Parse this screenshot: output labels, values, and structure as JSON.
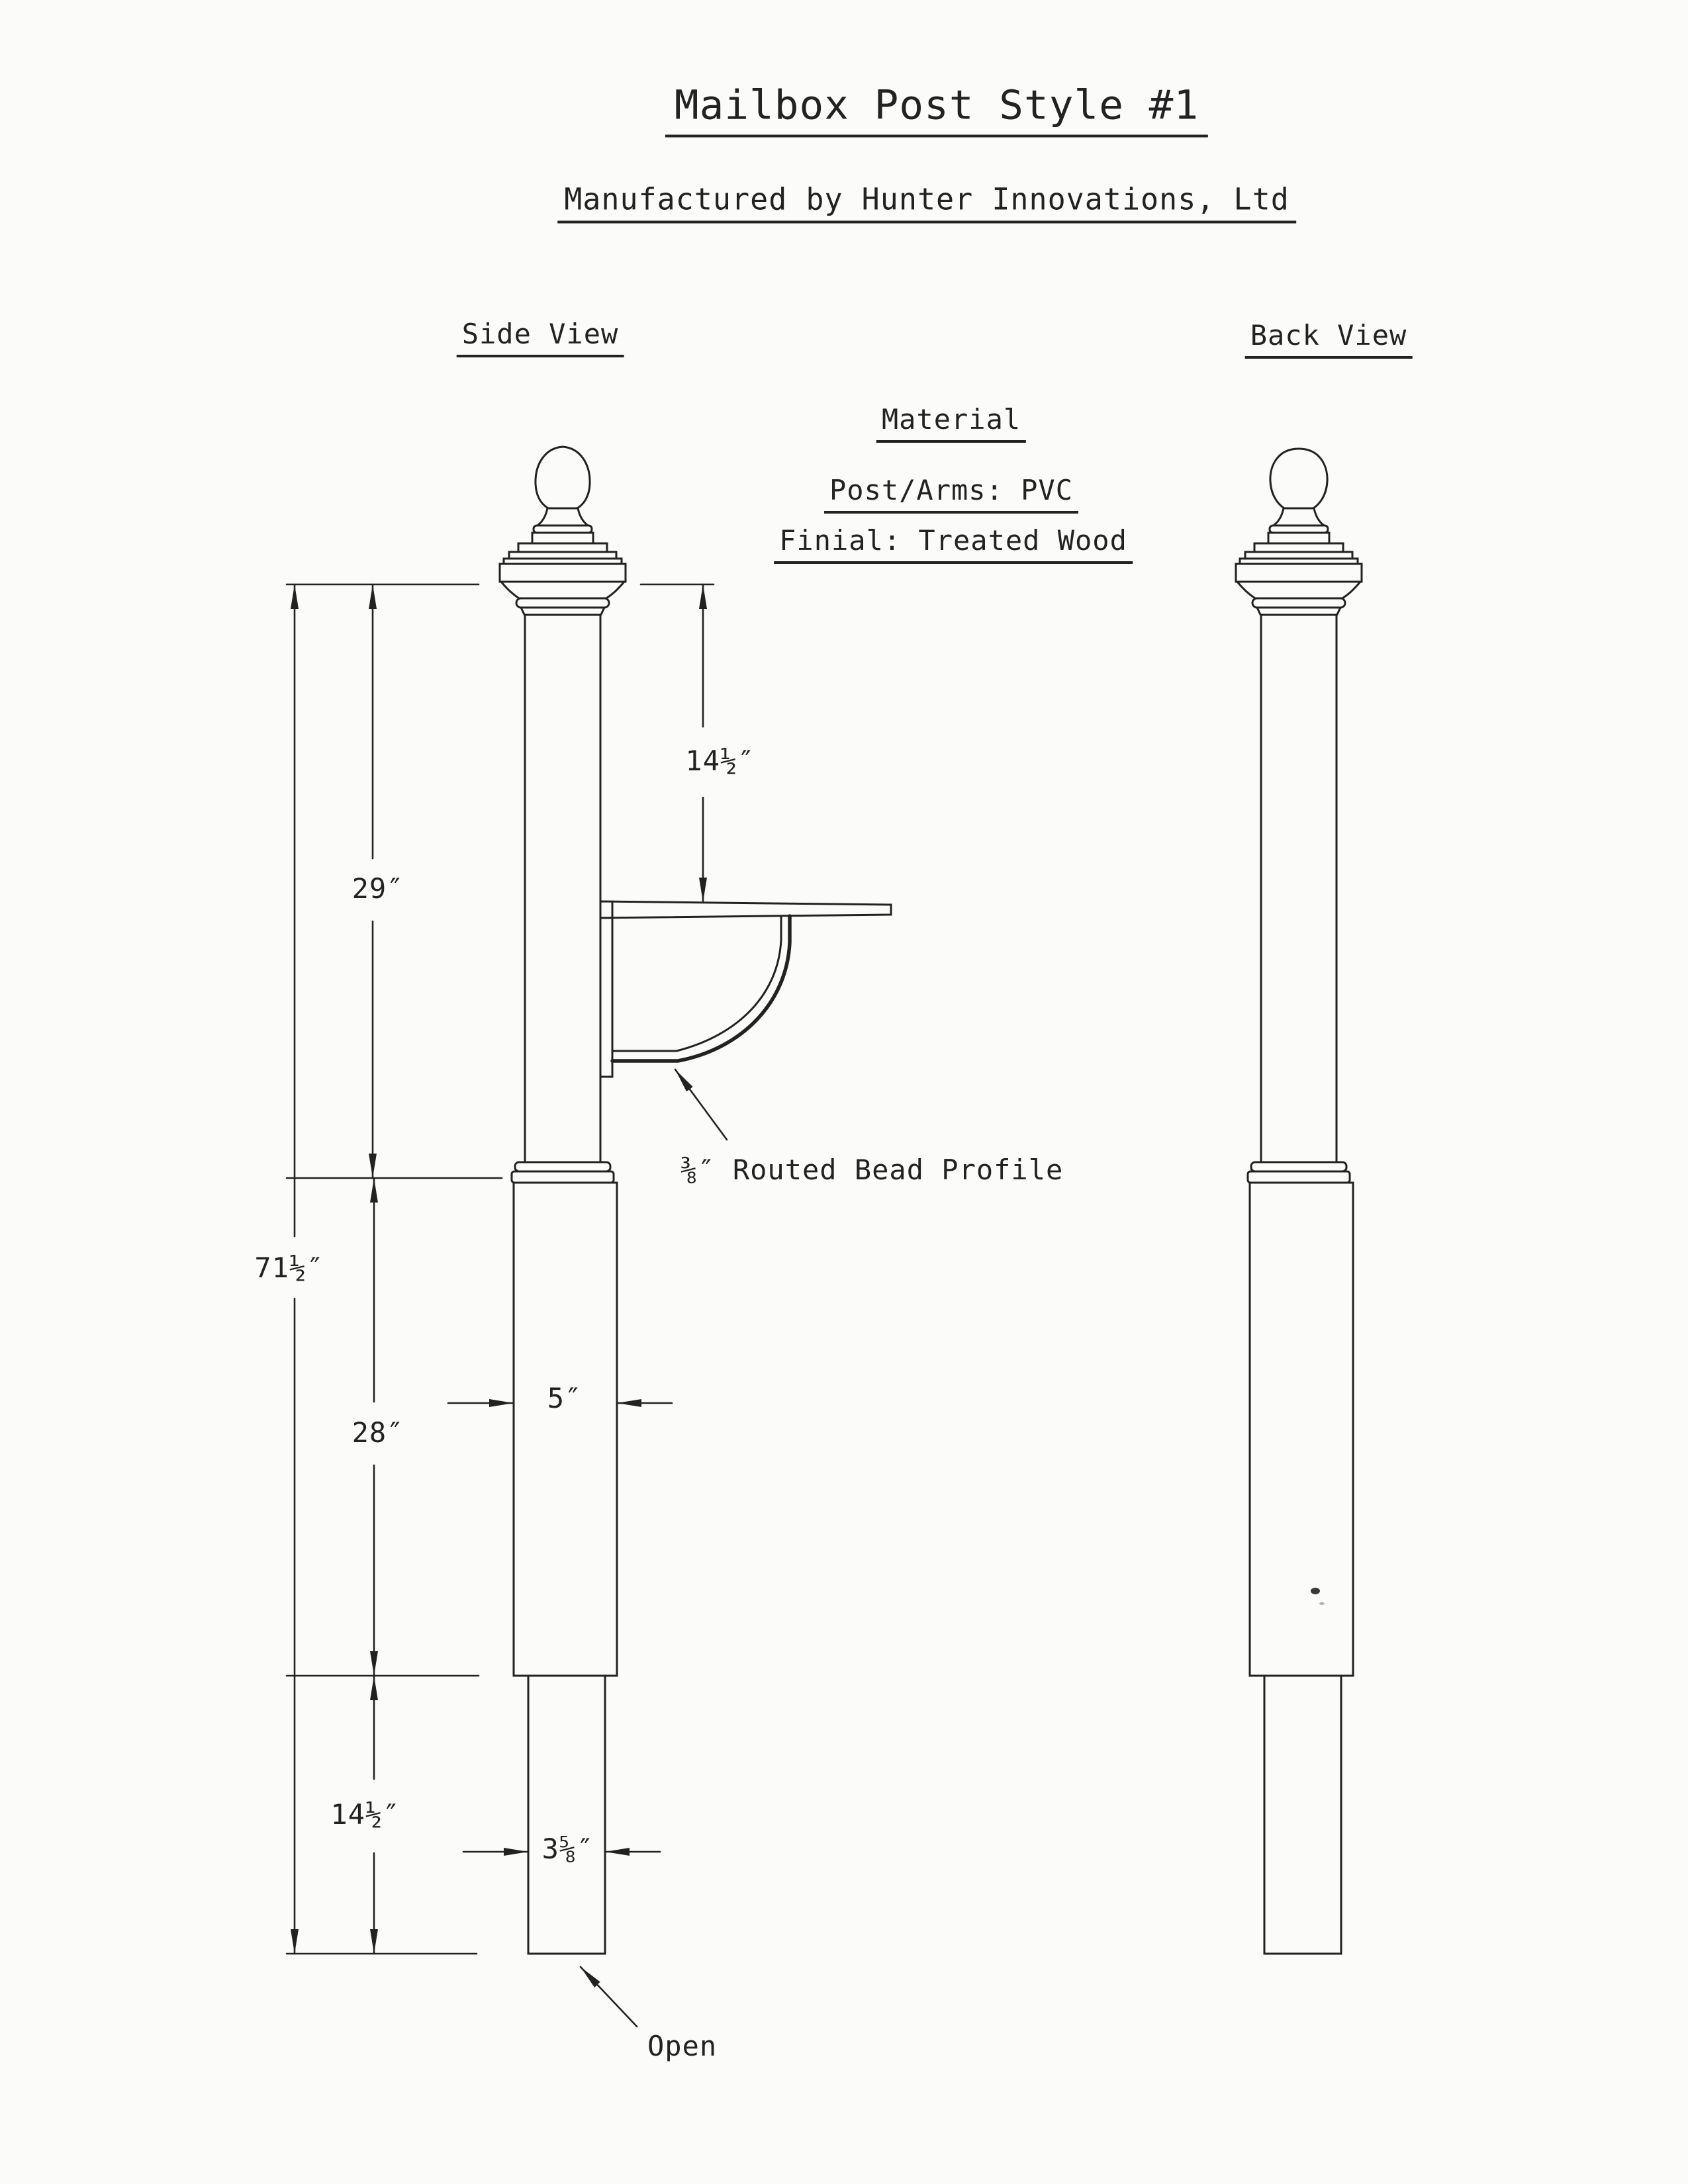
{
  "page": {
    "title": "Mailbox Post Style #1",
    "subtitle": "Manufactured by Hunter Innovations, Ltd"
  },
  "views": {
    "side_label": "Side View",
    "back_label": "Back View"
  },
  "materials": {
    "heading": "Material",
    "post_arms": "Post/Arms: PVC",
    "finial": "Finial: Treated Wood"
  },
  "dimensions": {
    "overall_height": "71½″",
    "upper_section": "29″",
    "cap_to_arm": "14½″",
    "middle_section": "28″",
    "lower_section": "14½″",
    "sleeve_width": "5″",
    "lower_post_width": "3⅝″"
  },
  "annotations": {
    "bead_note": "⅜″ Routed Bead Profile",
    "open_note": "Open"
  },
  "colors": {
    "ink": "#222222",
    "paper": "#fbfbf9"
  }
}
